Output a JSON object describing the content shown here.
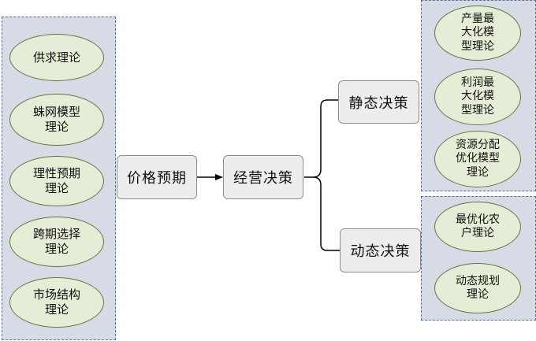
{
  "left_theories": [
    {
      "label": "供求理论"
    },
    {
      "label": "蛛网模型\n理论"
    },
    {
      "label": "理性预期\n理论"
    },
    {
      "label": "跨期选择\n理论"
    },
    {
      "label": "市场结构\n理论"
    }
  ],
  "center": {
    "price_expectation": "价格预期",
    "business_decision": "经营决策",
    "static_decision": "静态决策",
    "dynamic_decision": "动态决策"
  },
  "static_models": [
    {
      "label": "产量最\n大化模\n型理论"
    },
    {
      "label": "利润最\n大化模\n型理论"
    },
    {
      "label": "资源分配\n优化模型\n理论"
    }
  ],
  "dynamic_models": [
    {
      "label": "最优化农\n户理论"
    },
    {
      "label": "动态规划\n理论"
    }
  ],
  "colors": {
    "panel_fill": "#d6dbe6",
    "ellipse_fill": "#e5edd6",
    "ellipse_border": "#5f7a43",
    "box_fill": "#ededed"
  }
}
